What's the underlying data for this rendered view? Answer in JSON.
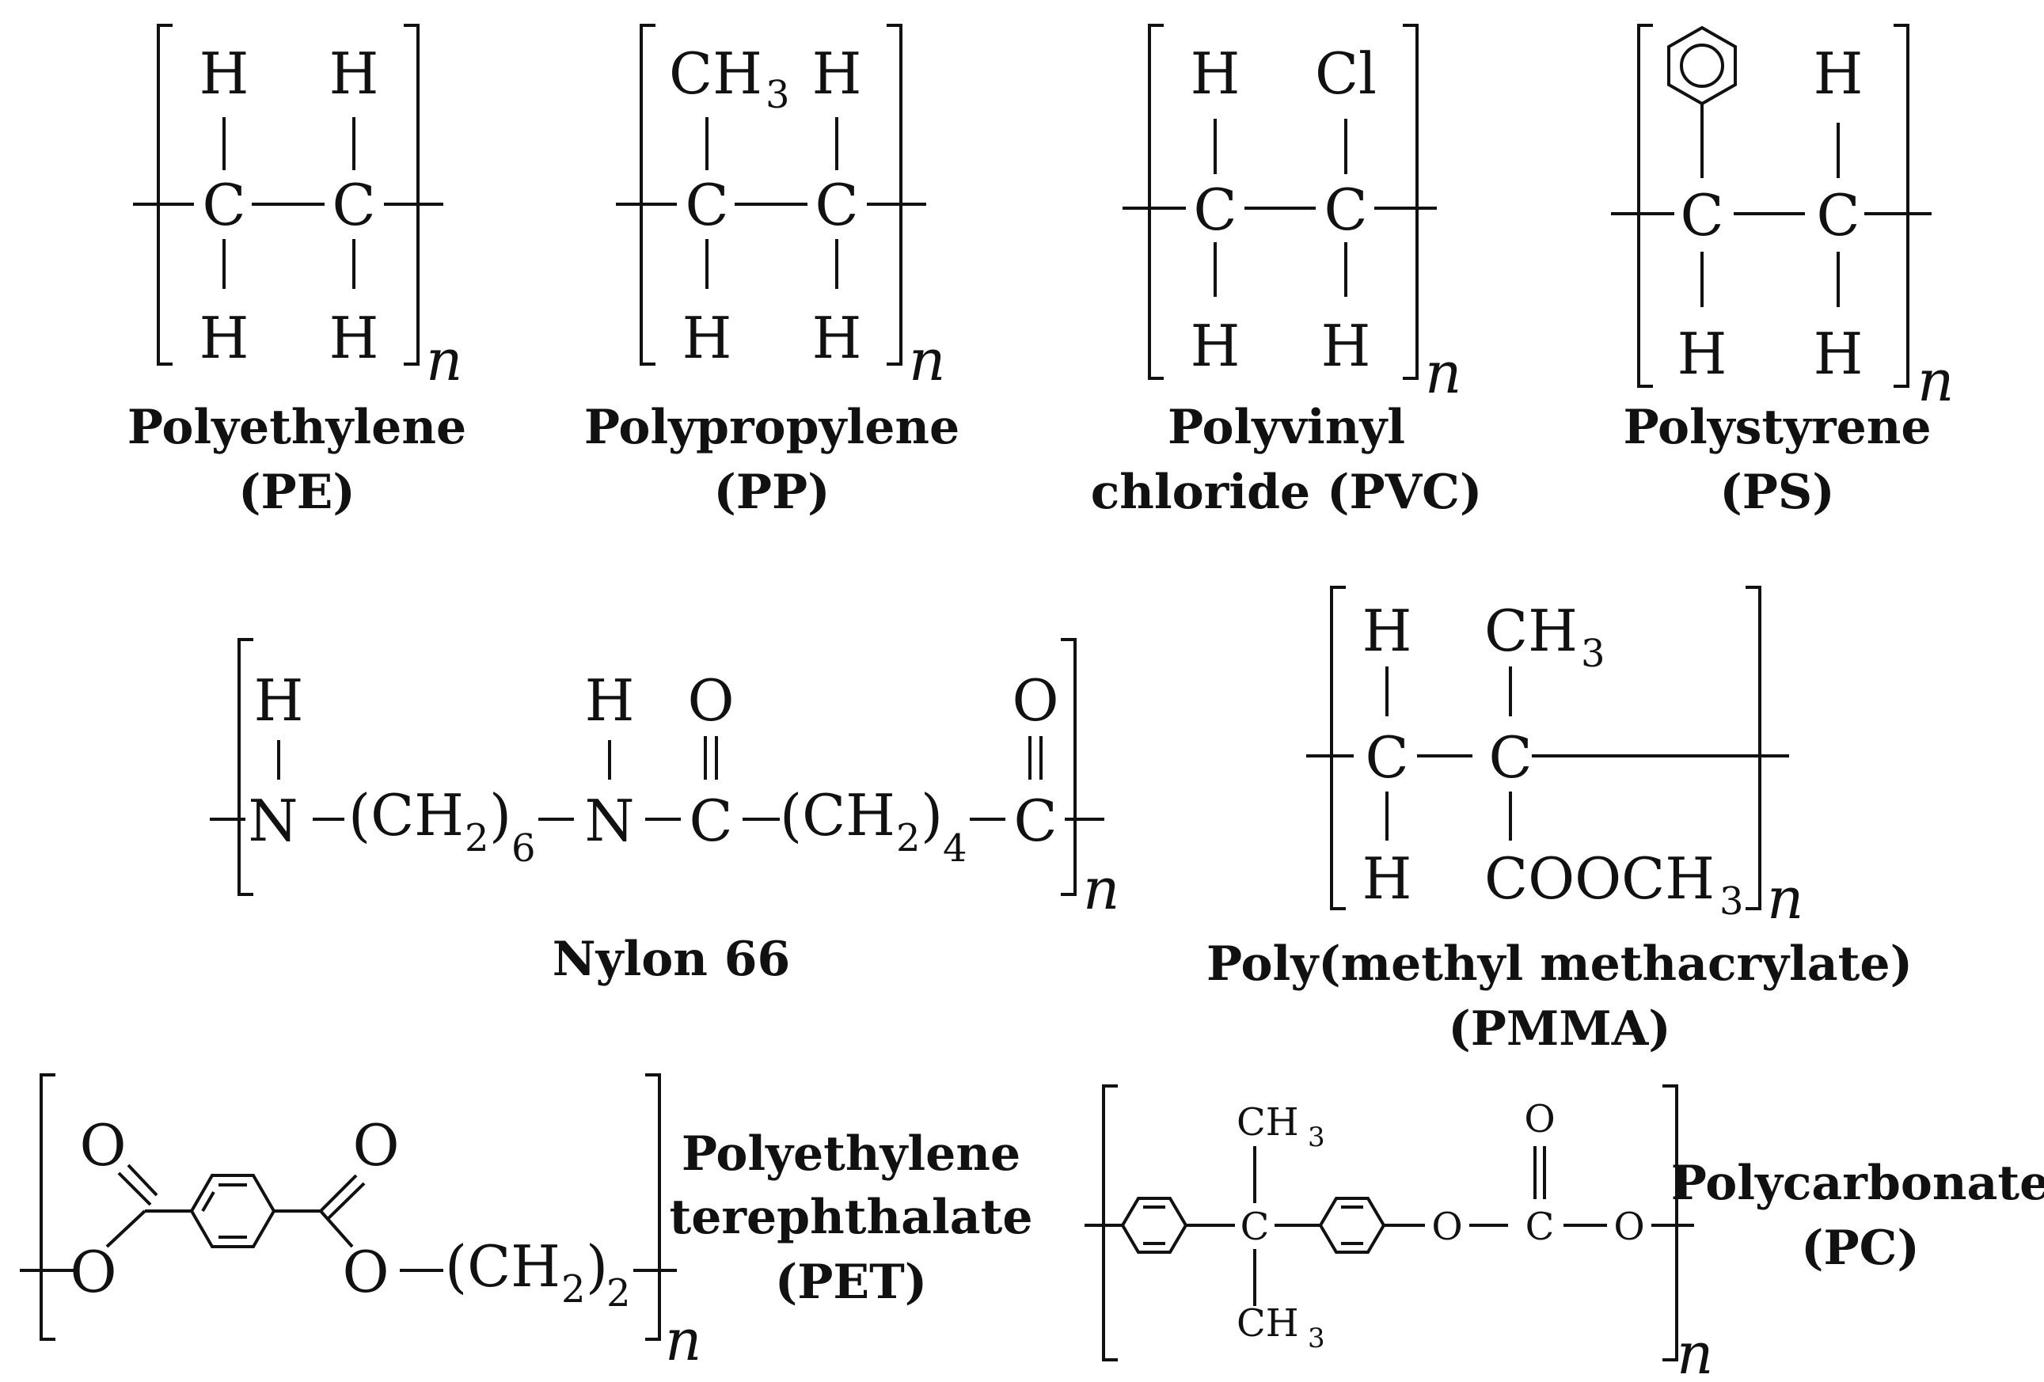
{
  "polymers": {
    "pe": {
      "name": "Polyethylene",
      "abbr": "(PE)"
    },
    "pp": {
      "name": "Polypropylene",
      "abbr": "(PP)"
    },
    "pvc": {
      "name1": "Polyvinyl",
      "name2": "chloride (PVC)"
    },
    "ps": {
      "name": "Polystyrene",
      "abbr": "(PS)"
    },
    "nylon": {
      "name": "Nylon 66"
    },
    "pmma": {
      "name": "Poly(methyl methacrylate)",
      "abbr": "(PMMA)"
    },
    "pet": {
      "name1": "Polyethylene",
      "name2": "terephthalate",
      "abbr": "(PET)"
    },
    "pc": {
      "name": "Polycarbonate",
      "abbr": "(PC)"
    }
  },
  "symbols": {
    "H": "H",
    "C": "C",
    "N": "N",
    "O": "O",
    "Cl": "Cl",
    "CH": "CH",
    "CH3": "CH",
    "three": "3",
    "CH2_open": "(CH",
    "CH2_close": ")",
    "two": "2",
    "four": "4",
    "six": "6",
    "COOCH": "COOCH",
    "repeat": "n"
  }
}
